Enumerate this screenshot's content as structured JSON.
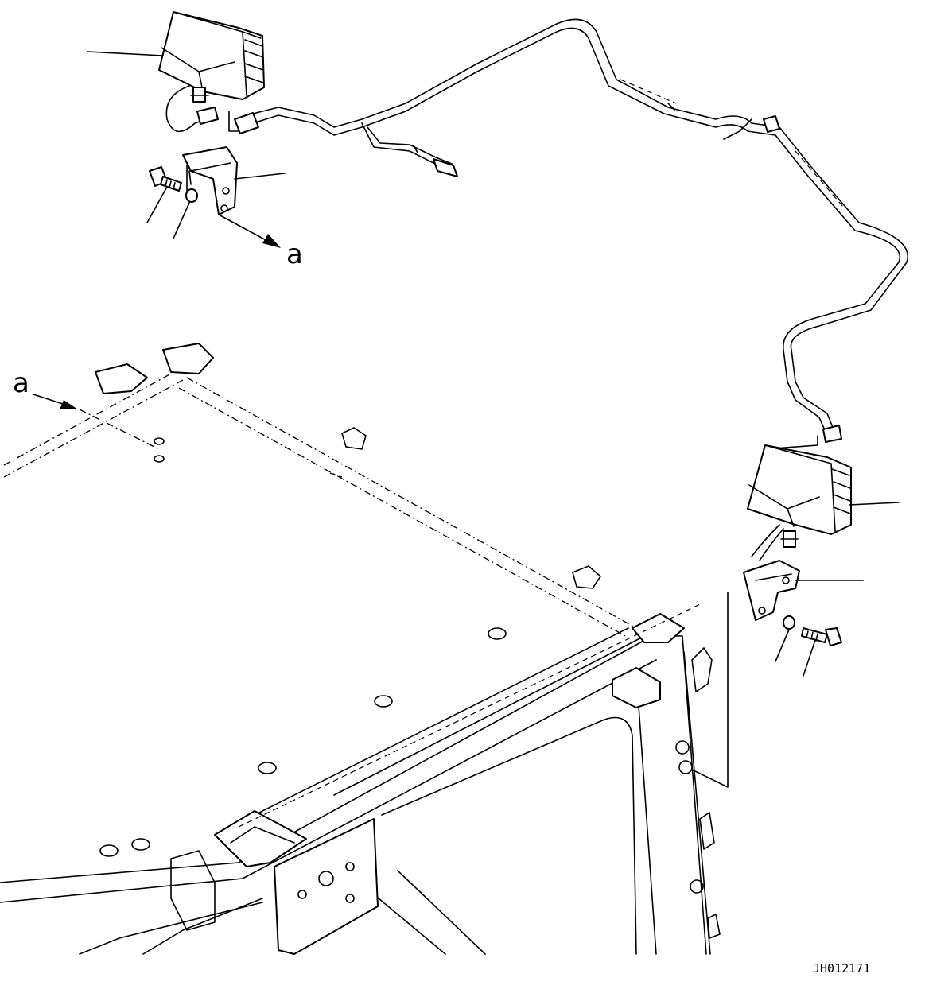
{
  "view_label": "a",
  "arrow_label": "a",
  "drawing_code": "JH012171"
}
